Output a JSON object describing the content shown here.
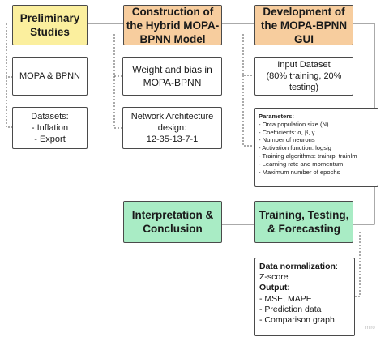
{
  "columns": {
    "preliminary": {
      "title": "Preliminary Studies",
      "items": [
        "MOPA & BPNN",
        "Datasets:\n- Inflation\n- Export"
      ]
    },
    "construction": {
      "title": "Construction of the Hybrid MOPA-BPNN Model",
      "items": [
        "Weight and bias in MOPA-BPNN",
        "Network Architecture design:\n12-35-13-7-1"
      ]
    },
    "development": {
      "title": "Development of the MOPA-BPNN GUI",
      "input_dataset": "Input Dataset\n(80% training, 20% testing)",
      "parameters_title": "Parameters:",
      "parameters": [
        "- Orca population size (N)",
        "- Coefficients: α, β, γ",
        "- Number of neurons",
        "- Activation function: logsig",
        "- Training algorithms: trainrp, trainlm",
        "- Learning rate and momentum",
        "- Maximum number of epochs"
      ]
    }
  },
  "bottom": {
    "training": "Training, Testing, & Forecasting",
    "interpretation": "Interpretation & Conclusion",
    "output_panel": {
      "normalization_label": "Data normalization",
      "normalization_value": "Z-score",
      "output_label": "Output:",
      "outputs": [
        "- MSE, MAPE",
        "- Prediction data",
        "- Comparison graph"
      ]
    }
  },
  "watermark": "miro",
  "colors": {
    "preliminary_fill": "#fbef9e",
    "construction_fill": "#f7cd9e",
    "development_fill": "#f7cd9e",
    "bottom_fill": "#a9ecc5",
    "line": "#555555"
  }
}
